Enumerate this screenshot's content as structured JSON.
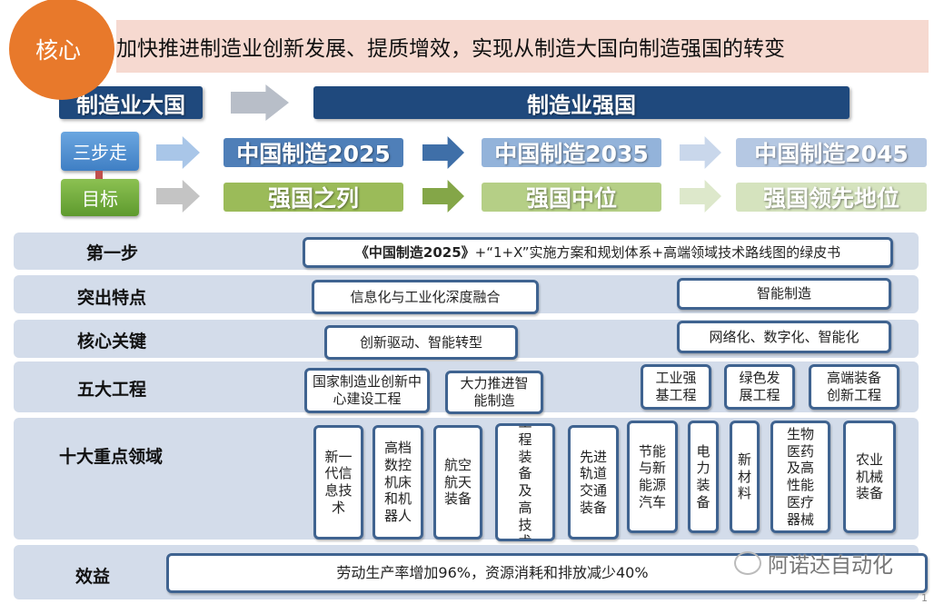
{
  "core": {
    "badge": "核心",
    "statement": "加快推进制造业创新发展、提质增效，实现从制造大国向制造强国的转变"
  },
  "transition": {
    "from": "制造业大国",
    "to": "制造业强国"
  },
  "steps": {
    "label": "三步走",
    "items": [
      "中国制造2025",
      "中国制造2035",
      "中国制造2045"
    ]
  },
  "goals": {
    "label": "目标",
    "items": [
      "强国之列",
      "强国中位",
      "强国领先地位"
    ]
  },
  "rows": {
    "first_step": {
      "label": "第一步",
      "text_bold": "《中国制造2025》",
      "text": "+“1+X”实施方案和规划体系+高端领域技术路线图的绿皮书"
    },
    "features": {
      "label": "突出特点",
      "items": [
        "信息化与工业化深度融合",
        "智能制造"
      ]
    },
    "key": {
      "label": "核心关键",
      "items": [
        "创新驱动、智能转型",
        "网络化、数字化、智能化"
      ]
    },
    "projects": {
      "label": "五大工程",
      "items": [
        "国家制造业创新中心建设工程",
        "大力推进智能制造",
        "工业强基工程",
        "绿色发展工程",
        "高端装备创新工程"
      ]
    },
    "fields": {
      "label": "十大重点领域",
      "items": [
        "新一代信息技术",
        "高档数控机床和机器人",
        "航空航天装备",
        "海洋工程装备及高技术船舶",
        "先进轨道交通装备",
        "节能与新能源汽车",
        "电力装备",
        "新材料",
        "生物医药及高性能医疗器械",
        "农业机械装备"
      ]
    },
    "benefit": {
      "label": "效益",
      "text": "劳动生产率增加96%，资源消耗和排放减少40%"
    }
  },
  "watermark": "阿诺达自动化",
  "page_number": "1",
  "colors": {
    "orange": "#E8792B",
    "navy": "#1F497D",
    "blue": "#4F7FB8",
    "green": "#9BBB59",
    "band": "#D3DCEA"
  }
}
